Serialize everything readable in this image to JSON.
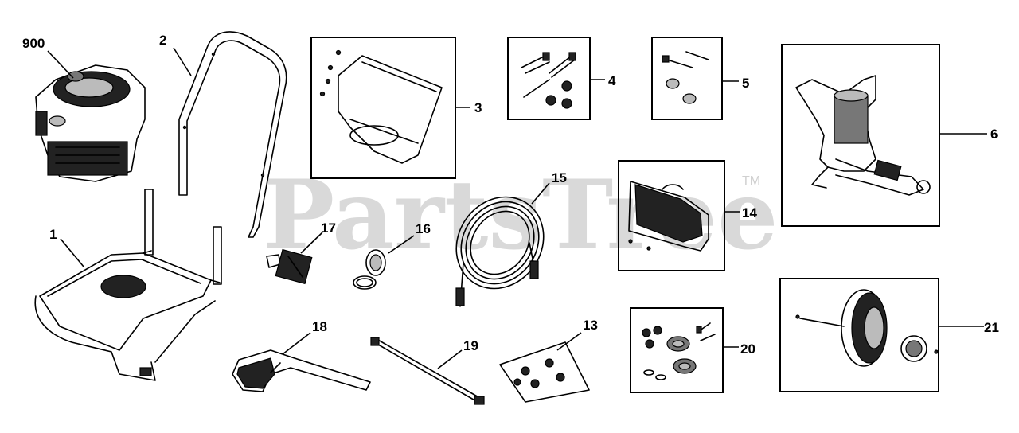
{
  "watermark": {
    "text": "PartsTree",
    "tm": "TM"
  },
  "parts": [
    {
      "id": "900",
      "label": "900"
    },
    {
      "id": "1",
      "label": "1"
    },
    {
      "id": "2",
      "label": "2"
    },
    {
      "id": "3",
      "label": "3"
    },
    {
      "id": "4",
      "label": "4"
    },
    {
      "id": "5",
      "label": "5"
    },
    {
      "id": "6",
      "label": "6"
    },
    {
      "id": "13",
      "label": "13"
    },
    {
      "id": "14",
      "label": "14"
    },
    {
      "id": "15",
      "label": "15"
    },
    {
      "id": "16",
      "label": "16"
    },
    {
      "id": "17",
      "label": "17"
    },
    {
      "id": "18",
      "label": "18"
    },
    {
      "id": "19",
      "label": "19"
    },
    {
      "id": "20",
      "label": "20"
    },
    {
      "id": "21",
      "label": "21"
    }
  ]
}
